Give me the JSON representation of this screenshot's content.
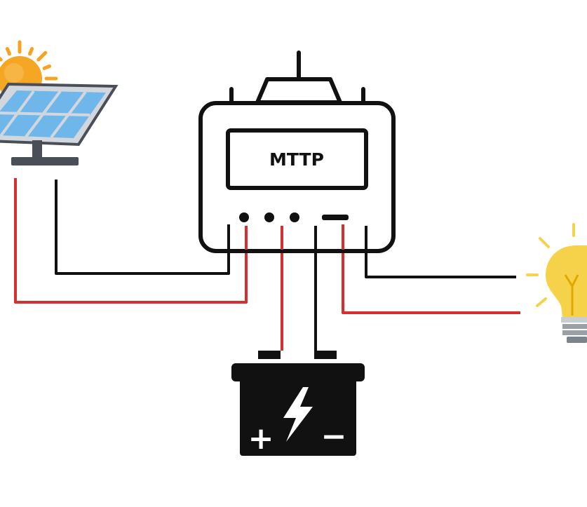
{
  "controller": {
    "label": "MTTP"
  },
  "components": {
    "solar_panel": "solar-panel",
    "sun": "sun",
    "battery": "battery",
    "bulb": "light-bulb"
  },
  "battery_terminals": {
    "positive": "+",
    "negative": "−"
  },
  "colors": {
    "wire_positive": "#d62f2f",
    "wire_negative": "#111111",
    "outline": "#111111",
    "sun": "#f5a623",
    "panel_cell": "#6fb7ea",
    "bulb": "#f6d24a",
    "battery_body": "#111111"
  }
}
